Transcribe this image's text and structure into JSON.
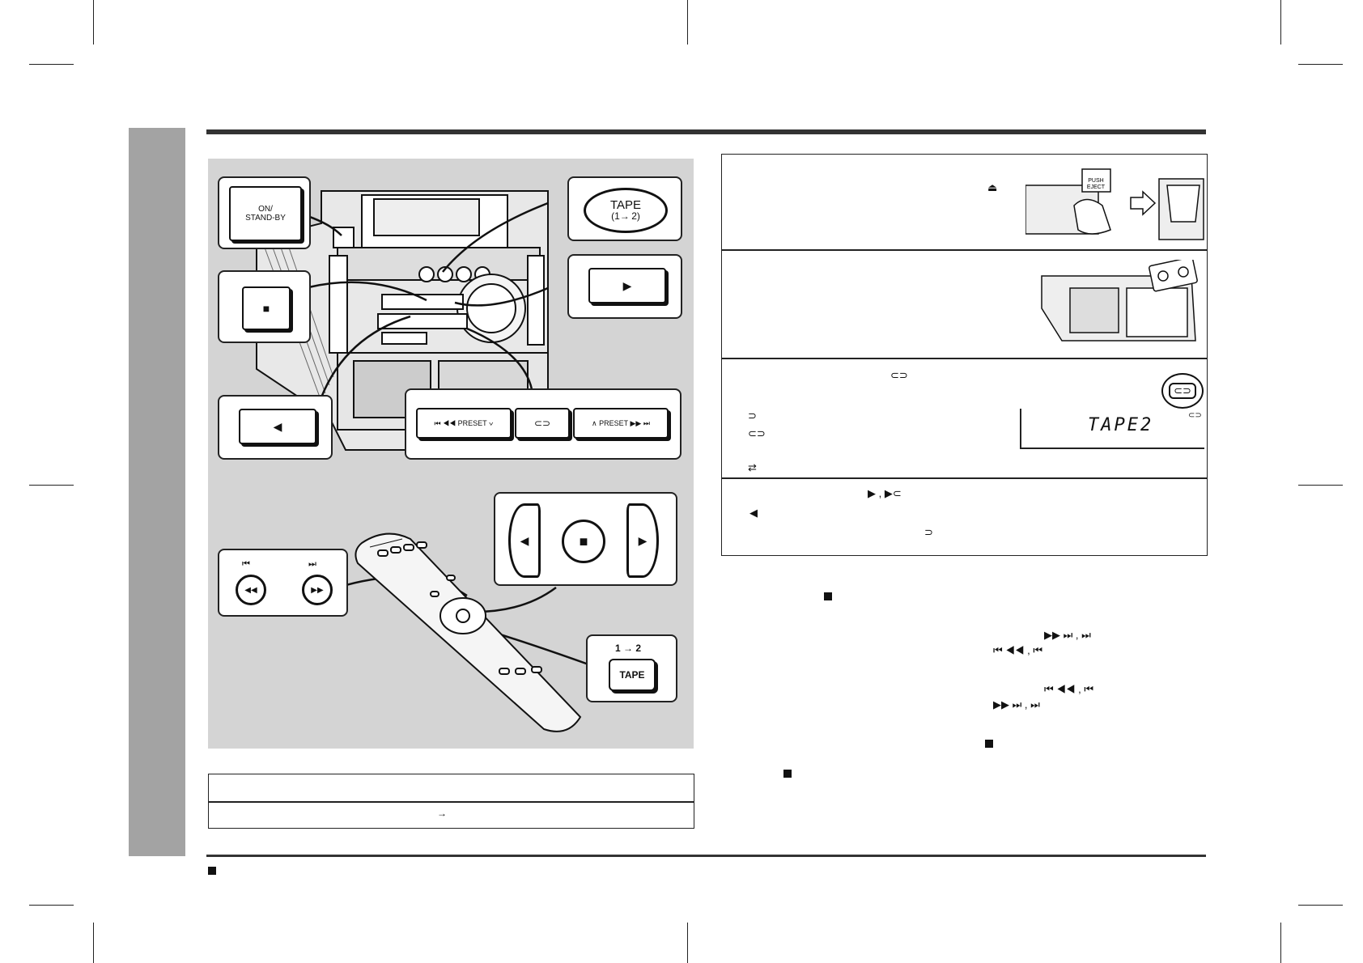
{
  "illustration": {
    "unit_keys": {
      "on_standby": "ON/\nSTAND-BY",
      "tape": "TAPE",
      "tape_sub": "(1→ 2)",
      "play_glyph": "▶",
      "stop_glyph": "■",
      "reverse_glyph": "◀",
      "preset_down": "⏮ ◀◀ PRESET ∨",
      "preset_up": "∧ PRESET ▶▶ ⏭",
      "reverse_mode_glyph": "⊂⊃"
    },
    "remote_keys": {
      "skip_back_glyph": "⏮",
      "skip_fwd_glyph": "⏭",
      "rew_glyph": "◀◀",
      "ff_glyph": "▶▶",
      "tape_label": "TAPE",
      "tape_switch": "1 → 2",
      "left_glyph": "◀",
      "stop_glyph": "■",
      "right_glyph": "▶"
    }
  },
  "steps": {
    "step1": {
      "eject_glyph": "⏏",
      "push_eject": "PUSH\nEJECT"
    },
    "step3": {
      "lcd_text": "TAPE2",
      "mode_glyph": "⊂⊃"
    },
    "step4": {
      "play_glyphs": "▶ , ▶⊂",
      "reverse_glyph": "◀"
    }
  },
  "notes": {
    "ff_line1": "▶▶ ⏭ , ⏭",
    "rew_line1": "⏮ ◀◀ , ⏮",
    "rew_line2": "⏮ ◀◀ , ⏮",
    "ff_line2": "▶▶ ⏭ , ⏭"
  },
  "table": {
    "arrow": "→"
  }
}
